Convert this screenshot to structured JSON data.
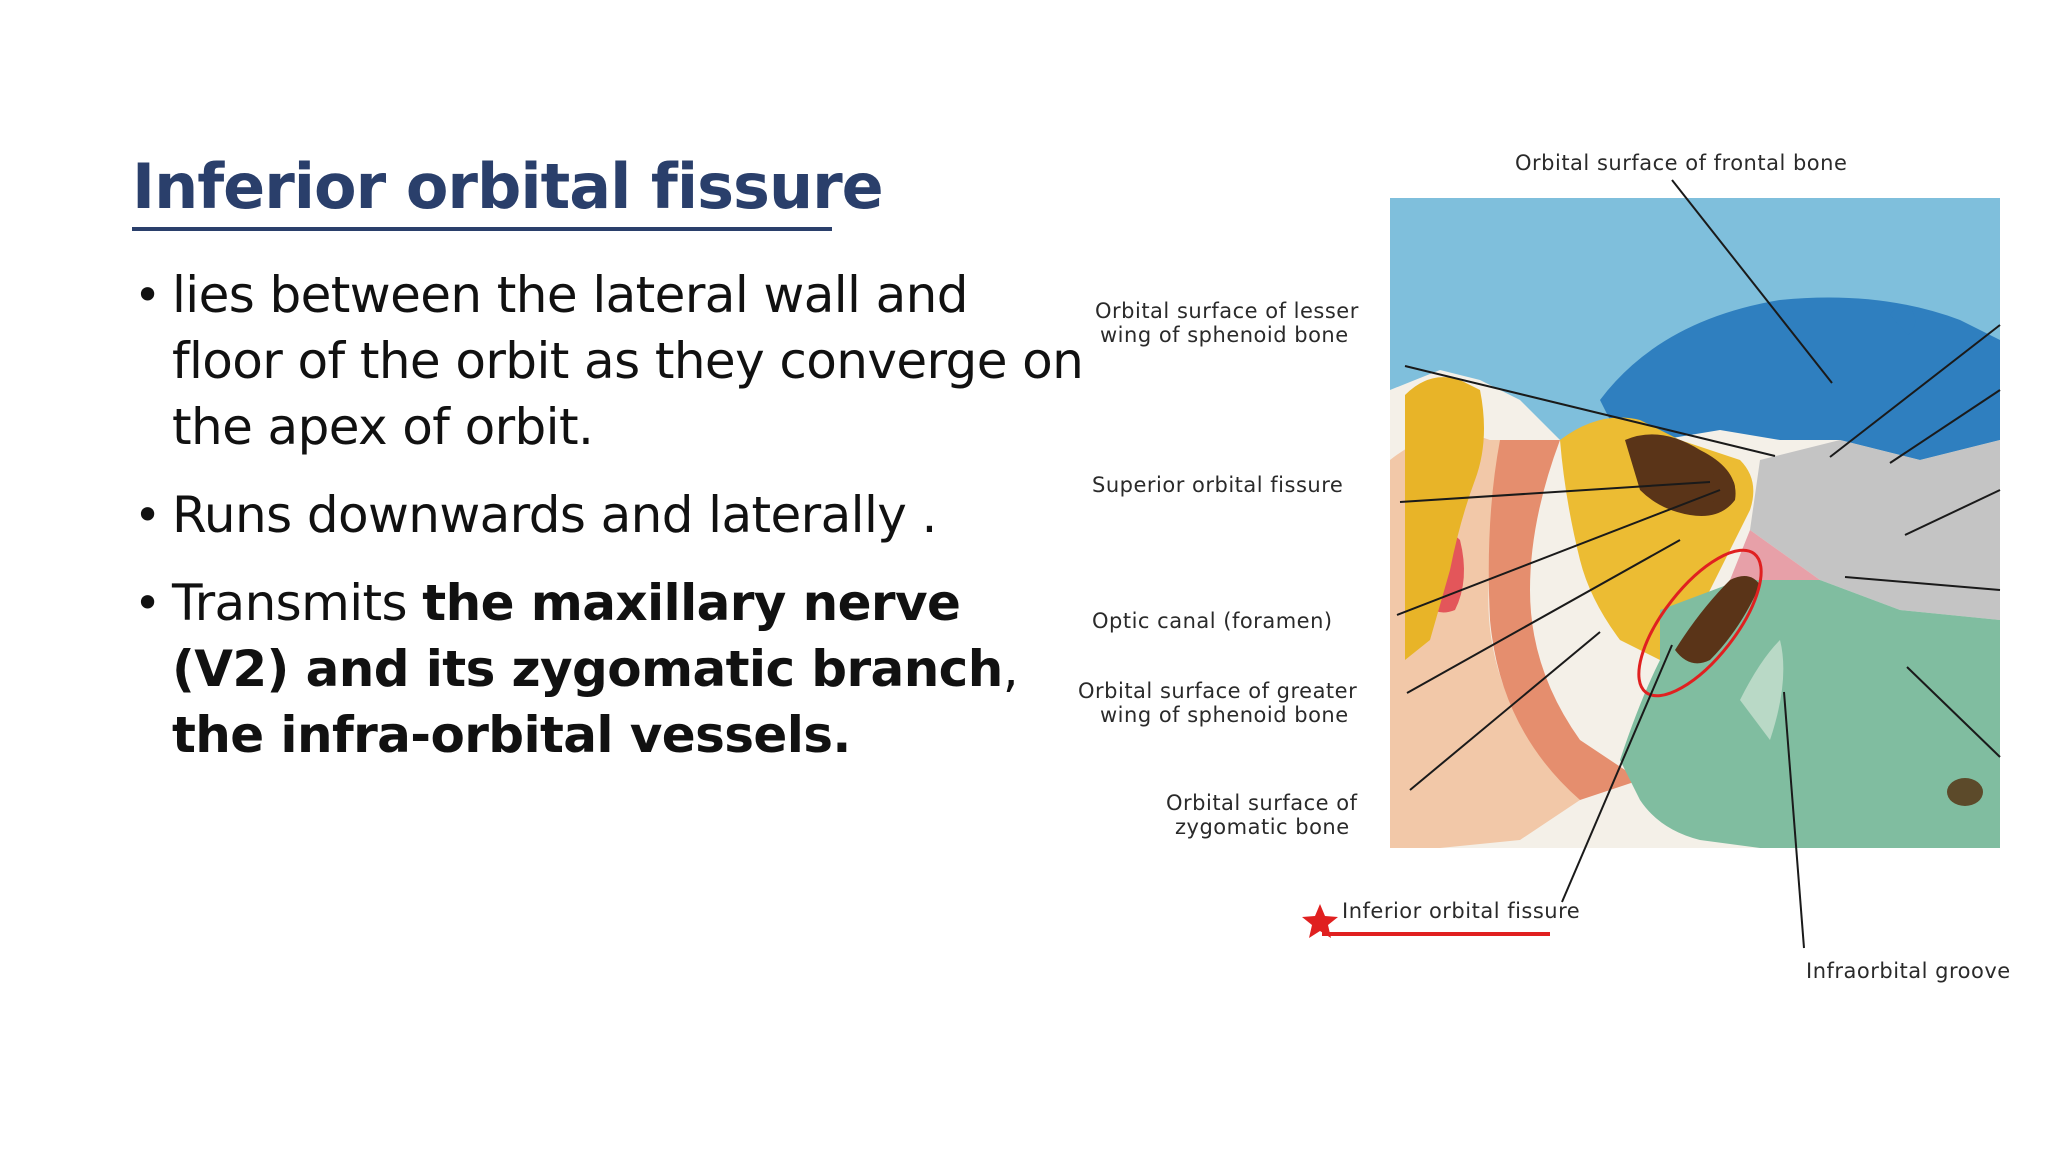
{
  "slide": {
    "title": "Inferior orbital fissure",
    "bullets": [
      {
        "parts": [
          {
            "text": " lies between the lateral wall and floor of the orbit as they converge on the apex of orbit.",
            "bold": false
          }
        ]
      },
      {
        "parts": [
          {
            "text": "Runs downwards and laterally .",
            "bold": false
          }
        ]
      },
      {
        "parts": [
          {
            "text": "Transmits ",
            "bold": false
          },
          {
            "text": "the maxillary nerve (V2) and its zygomatic branch",
            "bold": true
          },
          {
            "text": ", ",
            "bold": false
          },
          {
            "text": "the infra-orbital vessels.",
            "bold": true
          }
        ]
      }
    ]
  },
  "figure": {
    "labels": {
      "frontal": "Orbital surface of frontal bone",
      "lesser_wing_1": "Orbital surface of lesser",
      "lesser_wing_2": "wing of sphenoid bone",
      "superior_fissure": "Superior orbital fissure",
      "optic_canal": "Optic canal (foramen)",
      "greater_wing_1": "Orbital surface of greater",
      "greater_wing_2": "wing of sphenoid bone",
      "zygomatic_1": "Orbital surface of",
      "zygomatic_2": "zygomatic bone",
      "inferior_fissure": "Inferior orbital fissure",
      "infraorbital_groove": "Infraorbital groove"
    },
    "marker_icon": "red-star-icon",
    "colors": {
      "title": "#2a3f6b",
      "highlight": "#e02020",
      "frontal_bone": "#3d8fc9",
      "sphenoid": "#e8b428",
      "zygomatic": "#e89a78",
      "maxilla": "#7cba9e",
      "ethmoid": "#b9b9b9"
    }
  }
}
